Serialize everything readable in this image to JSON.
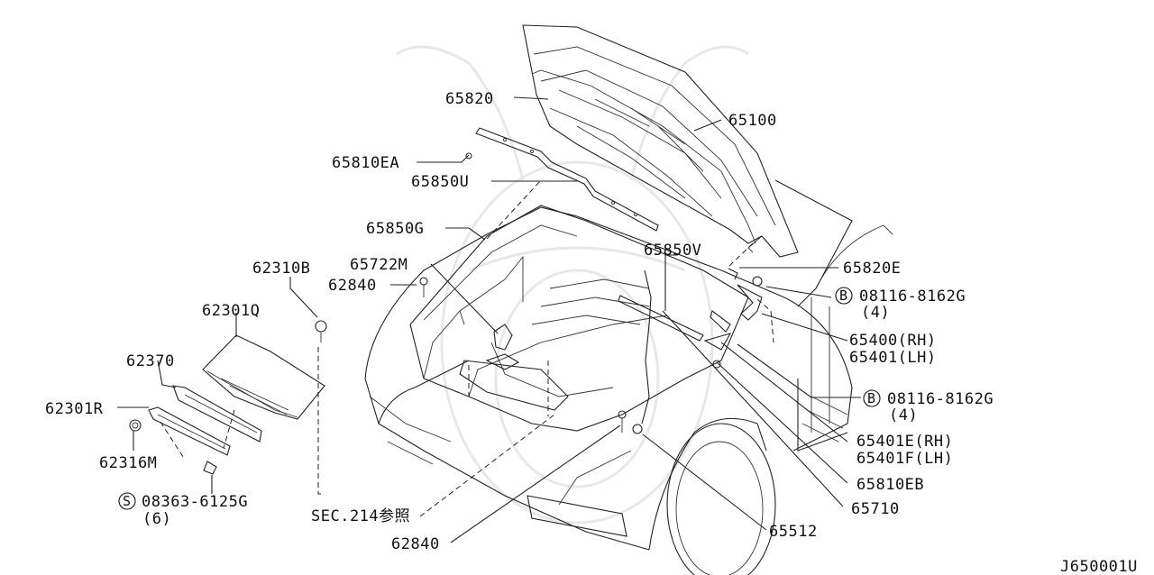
{
  "diagram": {
    "labels": {
      "p65820": "65820",
      "p65100": "65100",
      "p65810EA": "65810EA",
      "p65850U": "65850U",
      "p65850G": "65850G",
      "p65850V": "65850V",
      "p65820E": "65820E",
      "p62310B": "62310B",
      "p65722M": "65722M",
      "p62840a": "62840",
      "p62301Q": "62301Q",
      "p62370": "62370",
      "p62301R": "62301R",
      "p62316M": "62316M",
      "p08363": "08363-6125G",
      "p08363qty": "(6)",
      "pSEC214": "SEC.214参照",
      "p62840b": "62840",
      "p08116a": "08116-8162G",
      "p08116aqty": "(4)",
      "p65400": "65400(RH)",
      "p65401": "65401(LH)",
      "p08116b": "08116-8162G",
      "p08116bqty": "(4)",
      "p65401E": "65401E(RH)",
      "p65401F": "65401F(LH)",
      "p65810EB": "65810EB",
      "p65710": "65710",
      "p65512": "65512"
    },
    "symbols": {
      "bolt_b": "B",
      "screw_s": "S"
    },
    "figure_code": "J650001U"
  }
}
